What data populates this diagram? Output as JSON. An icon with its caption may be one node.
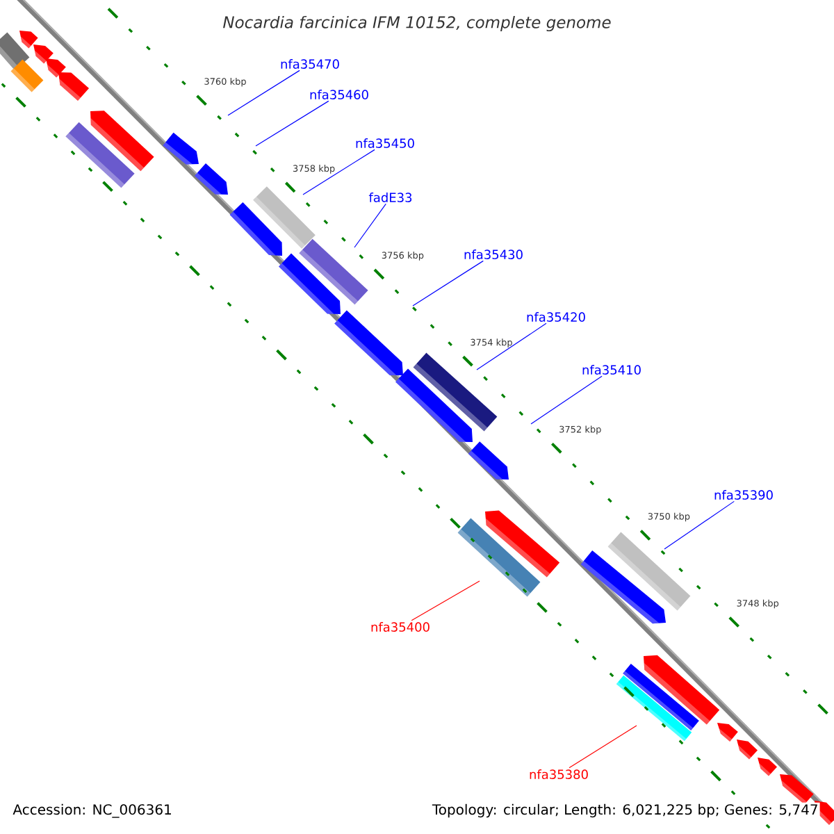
{
  "diagram": {
    "title": "Nocardia farcinica IFM 10152, complete genome",
    "nodes": [
      {
        "text": [
          "nfa35470"
        ]
      },
      {
        "text": [
          "nfa35460"
        ]
      },
      {
        "text": [
          "nfa35450"
        ]
      },
      {
        "text": [
          "fadE33"
        ]
      },
      {
        "text": [
          "nfa35430"
        ]
      },
      {
        "text": [
          "nfa35420"
        ]
      },
      {
        "text": [
          "nfa35410"
        ]
      },
      {
        "text": [
          "nfa35390"
        ]
      },
      {
        "text": [
          "nfa35400"
        ]
      },
      {
        "text": [
          "nfa35380"
        ]
      }
    ],
    "edges": [
      {
        "from": 0,
        "to": null,
        "arrow": "none"
      },
      {
        "from": 1,
        "to": null,
        "arrow": "none"
      },
      {
        "from": 2,
        "to": null,
        "arrow": "none"
      },
      {
        "from": 3,
        "to": null,
        "arrow": "none"
      },
      {
        "from": 4,
        "to": null,
        "arrow": "none"
      },
      {
        "from": 5,
        "to": null,
        "arrow": "none"
      },
      {
        "from": 6,
        "to": null,
        "arrow": "none"
      },
      {
        "from": 7,
        "to": null,
        "arrow": "none"
      },
      {
        "from": 8,
        "to": null,
        "arrow": "none",
        "color": "#ff0000"
      },
      {
        "from": 9,
        "to": null,
        "arrow": "none",
        "color": "#ff0000"
      }
    ],
    "labels": [
      "3760 kbp",
      "3758 kbp",
      "3756 kbp",
      "3754 kbp",
      "3752 kbp",
      "3750 kbp",
      "3748 kbp",
      "Accession: NC_006361",
      "Topology: circular; Length: 6,021,225 bp; Genes: 5,747"
    ]
  }
}
